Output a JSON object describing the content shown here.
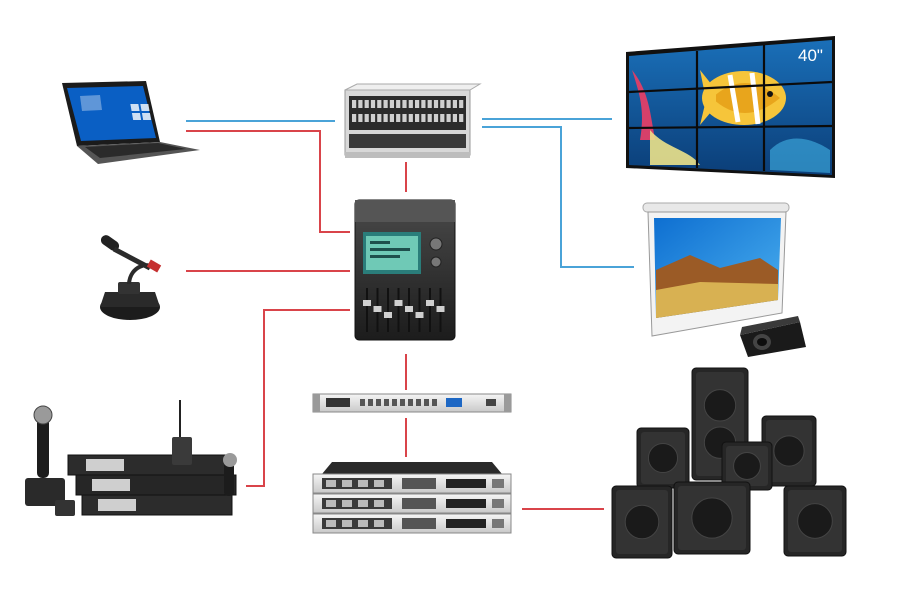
{
  "diagram": {
    "devices": [
      {
        "id": "laptop",
        "icon": "laptop-icon"
      },
      {
        "id": "matrix-switcher",
        "icon": "matrix-switcher-icon"
      },
      {
        "id": "video-wall",
        "icon": "video-wall-icon",
        "size_label": "40\""
      },
      {
        "id": "gooseneck-microphone",
        "icon": "gooseneck-microphone-icon"
      },
      {
        "id": "digital-mixer",
        "icon": "digital-mixer-icon"
      },
      {
        "id": "projection-screen",
        "icon": "projection-screen-icon"
      },
      {
        "id": "projector",
        "icon": "projector-icon"
      },
      {
        "id": "wireless-mic-system",
        "icon": "wireless-microphone-icon"
      },
      {
        "id": "audio-processor",
        "icon": "audio-processor-icon"
      },
      {
        "id": "power-amplifiers",
        "icon": "power-amplifier-icon"
      },
      {
        "id": "speaker-array",
        "icon": "loudspeaker-icon"
      }
    ],
    "connections": [
      {
        "from": "laptop",
        "to": "matrix-switcher",
        "type": "video"
      },
      {
        "from": "laptop",
        "to": "digital-mixer",
        "type": "audio"
      },
      {
        "from": "matrix-switcher",
        "to": "video-wall",
        "type": "video"
      },
      {
        "from": "matrix-switcher",
        "to": "projection-screen",
        "type": "video"
      },
      {
        "from": "matrix-switcher",
        "to": "digital-mixer",
        "type": "audio"
      },
      {
        "from": "gooseneck-microphone",
        "to": "digital-mixer",
        "type": "audio"
      },
      {
        "from": "wireless-mic-system",
        "to": "digital-mixer",
        "type": "audio"
      },
      {
        "from": "digital-mixer",
        "to": "audio-processor",
        "type": "audio"
      },
      {
        "from": "audio-processor",
        "to": "power-amplifiers",
        "type": "audio"
      },
      {
        "from": "power-amplifiers",
        "to": "speaker-array",
        "type": "audio"
      }
    ],
    "colors": {
      "video": "#4aa3d8",
      "audio": "#d9444a",
      "device_dark": "#2a2a2a",
      "device_light": "#e9e9e9"
    }
  }
}
